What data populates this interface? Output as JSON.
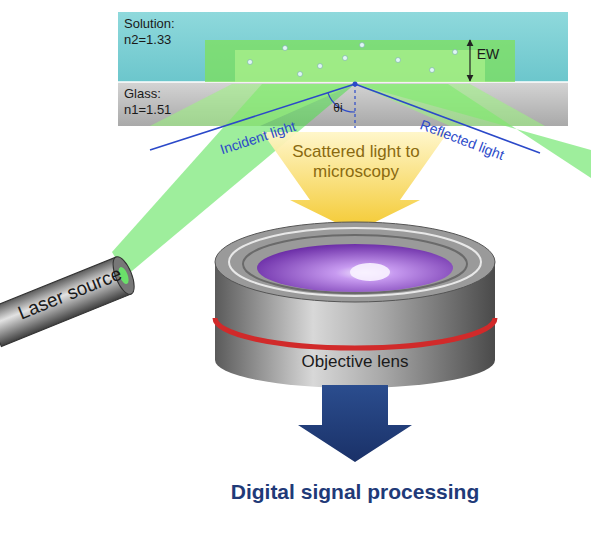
{
  "diagram": {
    "nodes": [
      {
        "text": [
          "Solution: n2=1.33"
        ]
      },
      {
        "text": [
          "Glass: n1=1.51"
        ]
      }
    ],
    "labels": [
      "EW",
      "θi",
      "Incident light",
      "Reflected light",
      "Laser source",
      "Scattered light to microscopy",
      "Objective lens",
      "Digital signal processing"
    ]
  }
}
